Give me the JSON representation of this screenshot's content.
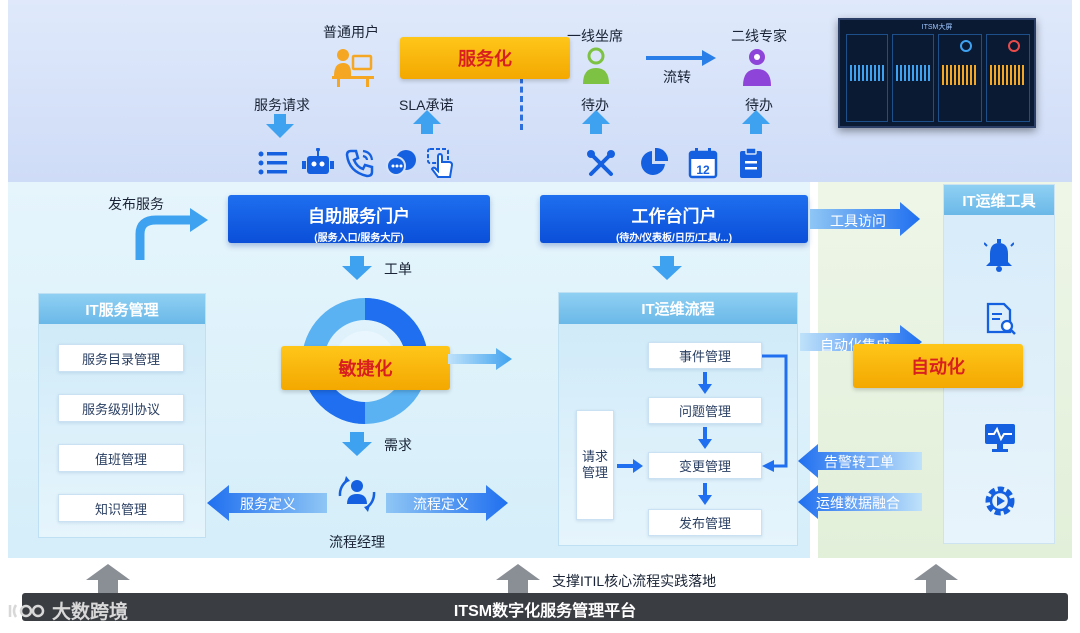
{
  "top": {
    "user_label": "普通用户",
    "servitization_tag": "服务化",
    "first_line_label": "一线坐席",
    "second_line_label": "二线专家",
    "flow_label": "流转",
    "service_request_label": "服务请求",
    "sla_label": "SLA承诺",
    "todo_label_1": "待办",
    "todo_label_2": "待办"
  },
  "dashboard": {
    "title": "ITSM大屏"
  },
  "publish_service_label": "发布服务",
  "self_service_portal": {
    "title": "自助服务门户",
    "subtitle": "(服务入口/服务大厅)"
  },
  "workbench_portal": {
    "title": "工作台门户",
    "subtitle": "(待办/仪表板/日历/工具/...)"
  },
  "tool_access_label": "工具访问",
  "ticket_label": "工单",
  "agile_tag": "敏捷化",
  "demand_label": "需求",
  "process_manager_label": "流程经理",
  "service_def_label": "服务定义",
  "process_def_label": "流程定义",
  "it_service_mgmt": {
    "title": "IT服务管理",
    "items": [
      "服务目录管理",
      "服务级别协议",
      "值班管理",
      "知识管理"
    ]
  },
  "it_ops_process": {
    "title": "IT运维流程",
    "request_label": "请求管理",
    "items": [
      "事件管理",
      "问题管理",
      "变更管理",
      "发布管理"
    ]
  },
  "automation_integration_label": "自动化集成",
  "automation_tag": "自动化",
  "alarm_ticket_label": "告警转工单",
  "ops_data_label": "运维数据融合",
  "it_ops_tools": {
    "title": "IT运维工具"
  },
  "itil_support_label": "支撑ITIL核心流程实践落地",
  "platform_label": "ITSM数字化服务管理平台",
  "watermark": "大数跨境",
  "icons": [
    "list-icon",
    "robot-icon",
    "phone-icon",
    "chat-icon",
    "touch-icon",
    "tools-icon",
    "pie-chart-icon",
    "calendar-icon",
    "clipboard-icon",
    "bell-icon",
    "document-search-icon",
    "monitor-pulse-icon",
    "gear-refresh-icon"
  ],
  "colors": {
    "accent_blue": "#0a4fd8",
    "orange": "#f3a800",
    "red_text": "#d92020",
    "light_blue": "#6ab8e8"
  }
}
